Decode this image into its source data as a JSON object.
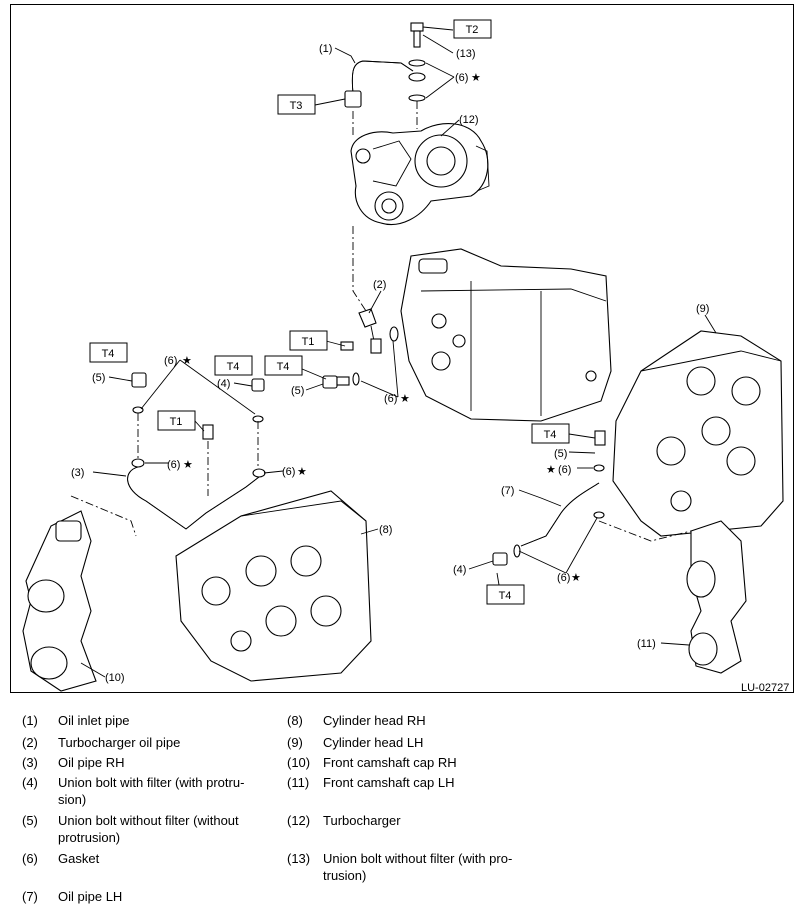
{
  "diagram": {
    "code": "LU-02727",
    "torque_labels": {
      "t1": "T1",
      "t2": "T2",
      "t3": "T3",
      "t4": "T4"
    },
    "callouts": {
      "c1": "(1)",
      "c2": "(2)",
      "c3": "(3)",
      "c4": "(4)",
      "c5": "(5)",
      "c6": "(6)",
      "c7": "(7)",
      "c8": "(8)",
      "c9": "(9)",
      "c10": "(10)",
      "c11": "(11)",
      "c12": "(12)",
      "c13": "(13)"
    },
    "star": "★"
  },
  "legend": {
    "left": [
      {
        "num": "(1)",
        "text": "Oil inlet pipe"
      },
      {
        "num": "(2)",
        "text": "Turbocharger oil pipe"
      },
      {
        "num": "(3)",
        "text": "Oil pipe RH"
      },
      {
        "num": "(4)",
        "text": "Union bolt with filter (with protru-sion)"
      },
      {
        "num": "(5)",
        "text": "Union bolt without filter (without protrusion)"
      },
      {
        "num": "(6)",
        "text": "Gasket"
      },
      {
        "num": "(7)",
        "text": "Oil pipe LH"
      }
    ],
    "right": [
      {
        "num": "(8)",
        "text": "Cylinder head RH"
      },
      {
        "num": "(9)",
        "text": "Cylinder head LH"
      },
      {
        "num": "(10)",
        "text": "Front camshaft cap RH"
      },
      {
        "num": "(11)",
        "text": "Front camshaft cap LH"
      },
      {
        "num": "(12)",
        "text": "Turbocharger"
      },
      {
        "num": "(13)",
        "text": "Union bolt without filter (with pro-trusion)"
      }
    ]
  }
}
